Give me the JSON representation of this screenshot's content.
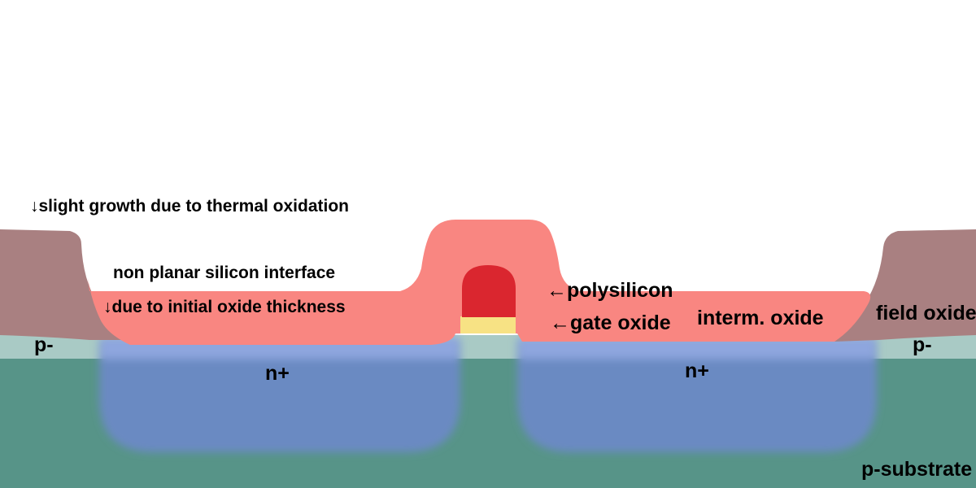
{
  "colors": {
    "background": "#ffffff",
    "p_substrate": "#579488",
    "p_minus": "#a9cac5",
    "n_plus": "#6a8ac2",
    "n_plus_surface": "#8ea6de",
    "field_oxide": "#a98081",
    "intermediate_oxide": "#f98681",
    "polysilicon": "#da262f",
    "gate_oxide": "#f7e284"
  },
  "labels": {
    "thermal_note": "↓slight growth due to thermal oxidation",
    "interface_note": "non planar silicon interface",
    "oxide_thickness_note": "↓due to initial oxide thickness",
    "polysilicon": "←polysilicon",
    "gate_oxide": "←gate oxide",
    "interm_oxide": "interm. oxide",
    "field_oxide": "field oxide",
    "p_minus_left": "p-",
    "p_minus_right": "p-",
    "n_plus_left": "n+",
    "n_plus_right": "n+",
    "p_substrate": "p-substrate"
  }
}
